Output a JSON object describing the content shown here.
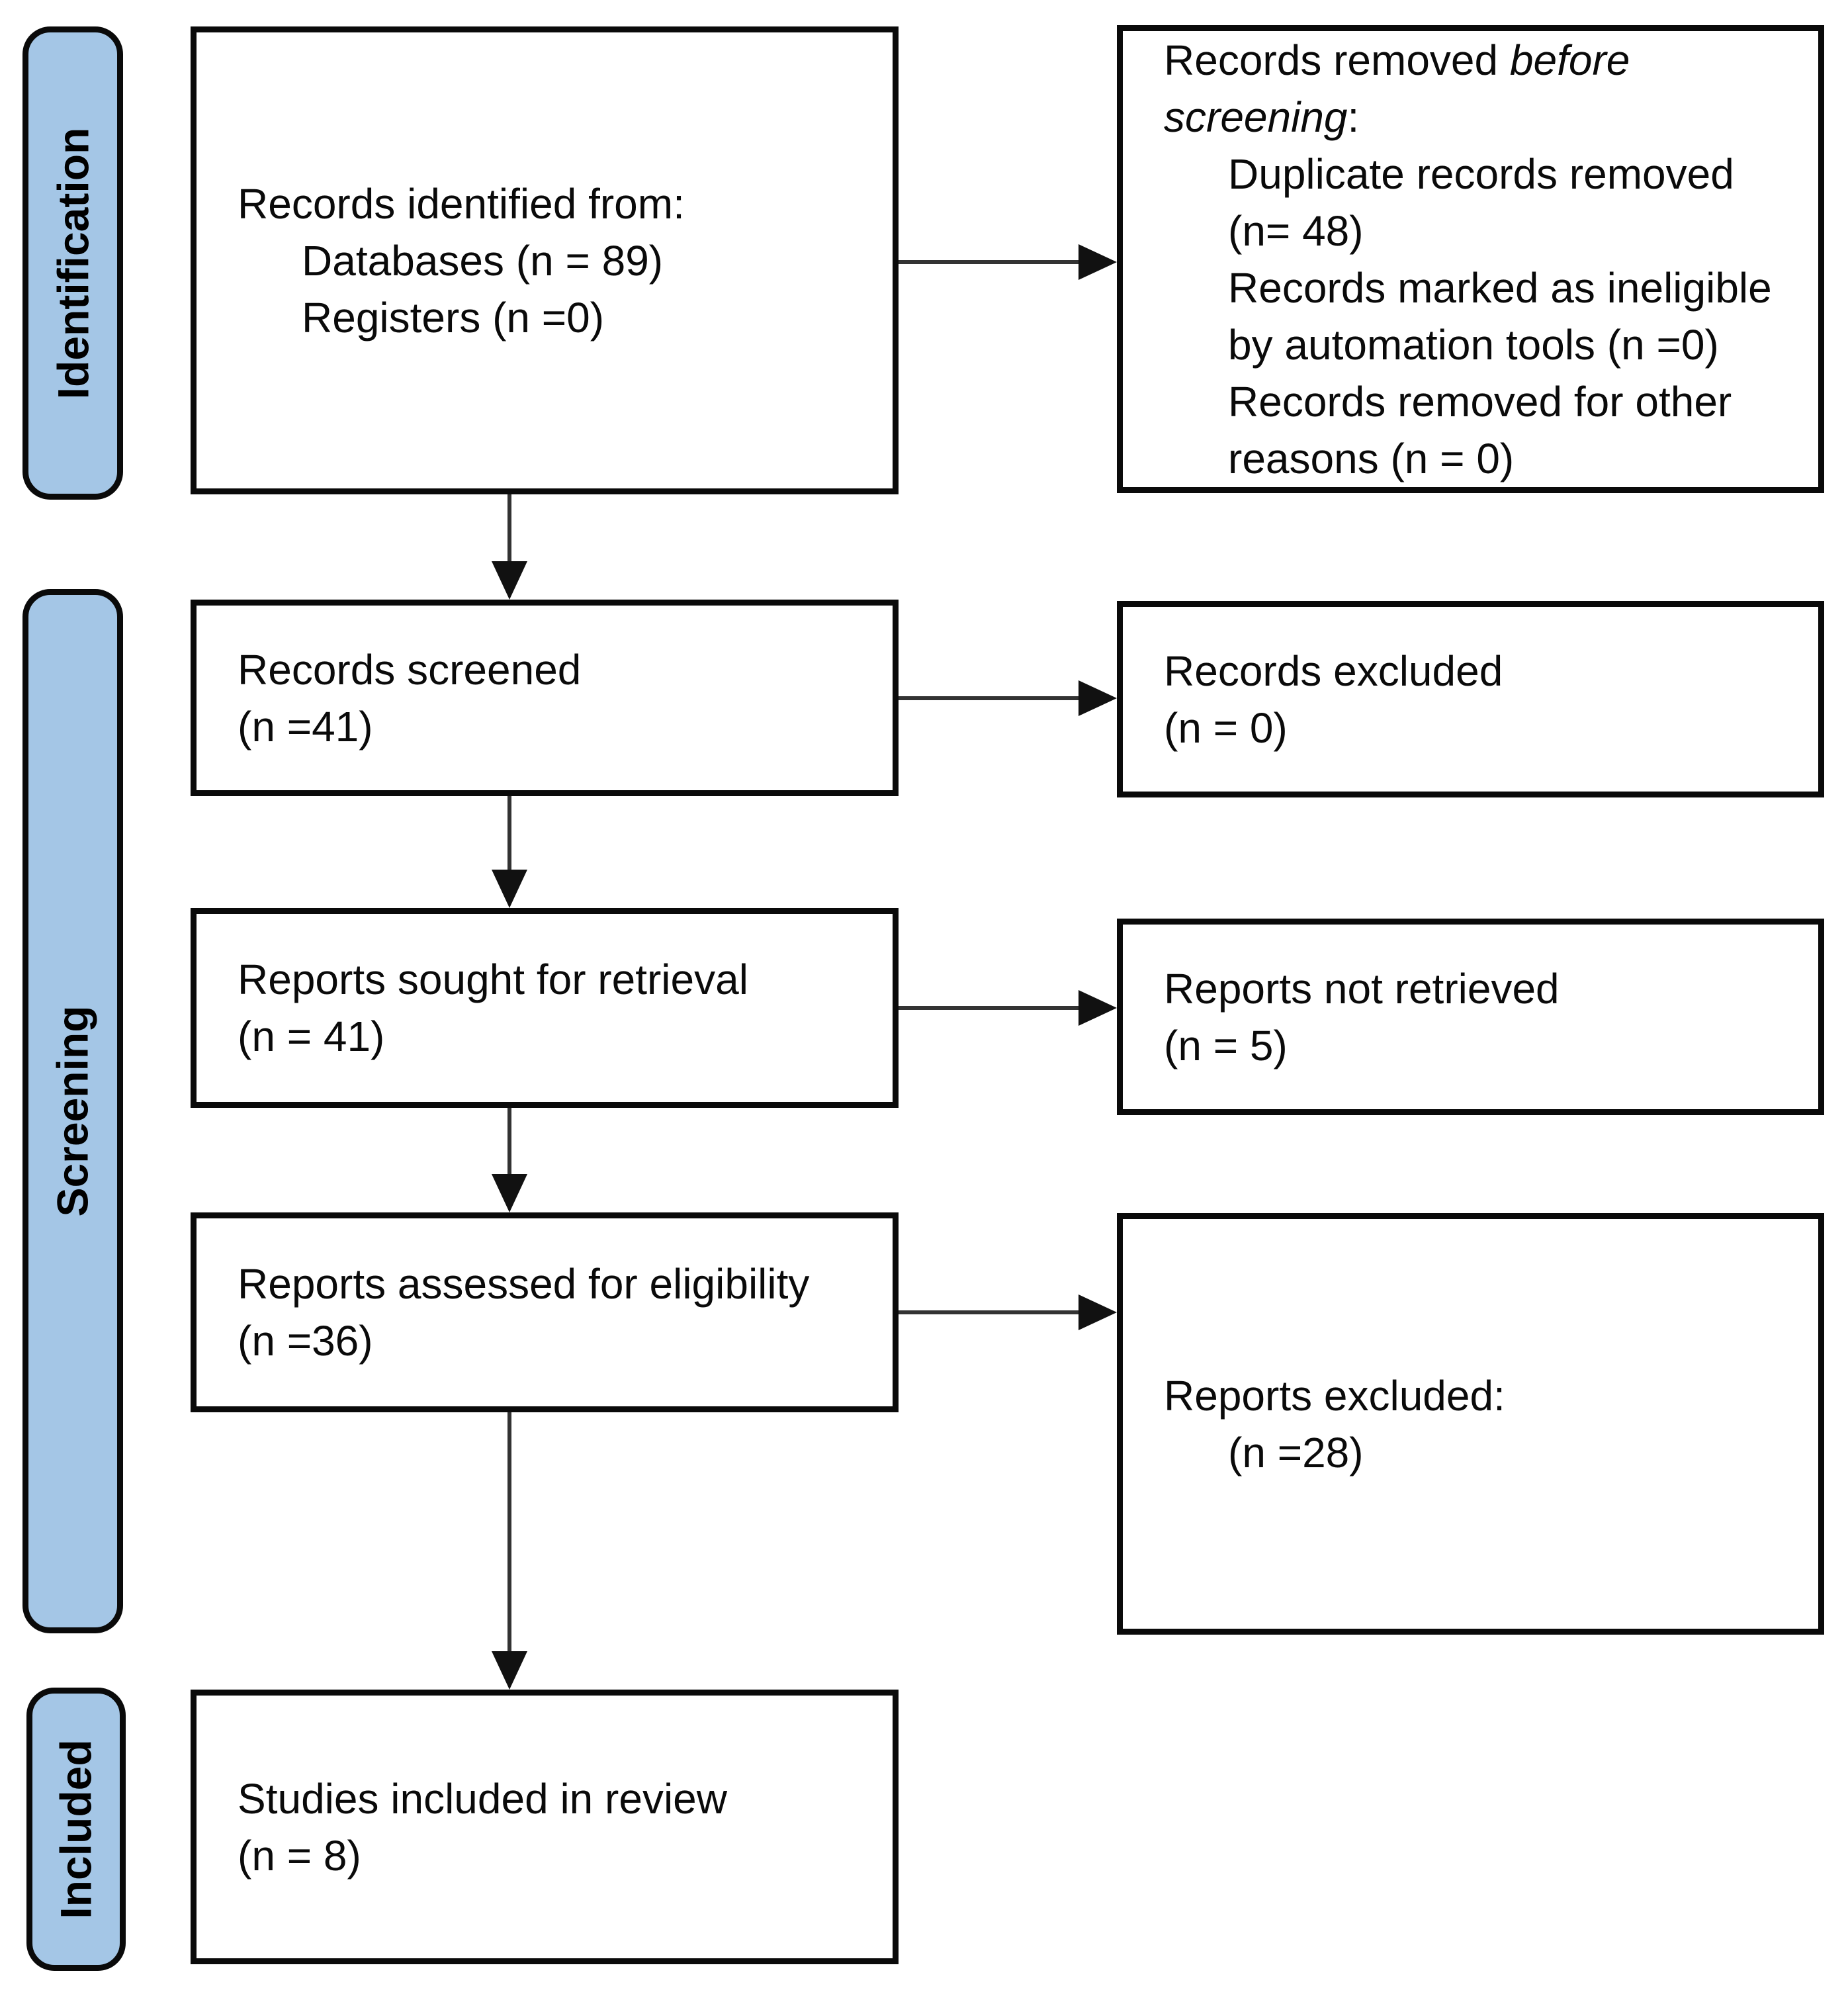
{
  "sidebar": {
    "identification_label": "Identification",
    "screening_label": "Screening",
    "included_label": "Included"
  },
  "identification": {
    "identified": {
      "title": "Records identified from:",
      "items": [
        "Databases (n = 89)",
        "Registers (n =0)"
      ]
    },
    "removed": {
      "title_line1_normal": "Records removed ",
      "title_line1_italic": "before",
      "title_line2_italic": "screening",
      "title_line2_normal": ":",
      "items": [
        "Duplicate records removed",
        "(n= 48)",
        "Records marked as ineligible",
        "by automation tools (n =0)",
        "Records removed for other",
        "reasons (n = 0)"
      ]
    }
  },
  "screening": {
    "screened": {
      "lines": [
        "Records screened",
        "(n =41)"
      ]
    },
    "records_excluded": {
      "lines": [
        "Records excluded",
        "(n = 0)"
      ]
    },
    "sought": {
      "lines": [
        "Reports sought for retrieval",
        "(n = 41)"
      ]
    },
    "not_retrieved": {
      "lines": [
        "Reports not retrieved",
        "(n = 5)"
      ]
    },
    "assessed": {
      "lines": [
        "Reports assessed for eligibility",
        "(n =36)"
      ]
    },
    "reports_excluded": {
      "title": "Reports excluded:",
      "count": "(n =28)"
    }
  },
  "included": {
    "studies": {
      "lines": [
        "Studies included in review",
        "(n = 8)"
      ]
    }
  },
  "colors": {
    "sidebar_fill": "#a4c6e6",
    "box_border": "#0a0a0a",
    "arrow_line": "#333333",
    "arrow_head": "#111111",
    "background": "#ffffff",
    "text": "#000000"
  }
}
